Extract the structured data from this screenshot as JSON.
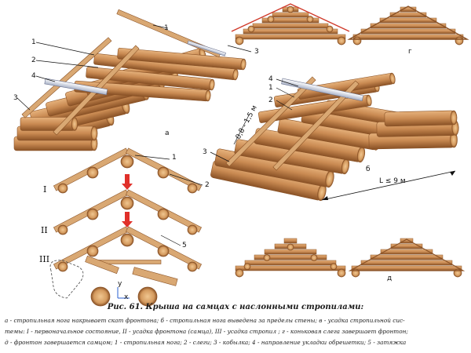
{
  "labels": {
    "a": "а",
    "b": "б",
    "v": "",
    "g": "г",
    "d": "д",
    "n1": "1",
    "n2": "2",
    "n3": "3",
    "n4": "4",
    "n5": "5",
    "roman1": "I",
    "roman2": "II",
    "roman3": "III",
    "spacing": "0,8 - 1,5 м",
    "length": "L ≤ 9 м",
    "y": "y",
    "x": "x"
  },
  "caption": {
    "title": "Рис. 61. Крыша на самцах с наслонными стропилами:",
    "line1": "а - стропильная нога накрывает скат фронтона; б - стропильная нога выведена за пределы стены; в - усадка стропильной сис-",
    "line2": "темы: I - первоначальное состояние, II - усадка фронтона (самца), III - усадка стропил ; г - коньковая слега завершает фронтон;",
    "line3": "д - фронтон завершается самцом; 1 - стропильная нога; 2 - слеги; 3 - кобылка; 4 - направление укладки обрешетки; 5 - затяжка"
  },
  "colors": {
    "log": "#c98a52",
    "log_dark": "#8a5226",
    "log_end": "#e2b07c",
    "rafter": "#d9a873",
    "arrow": "#e0302a",
    "board": "#cfd6e6"
  }
}
